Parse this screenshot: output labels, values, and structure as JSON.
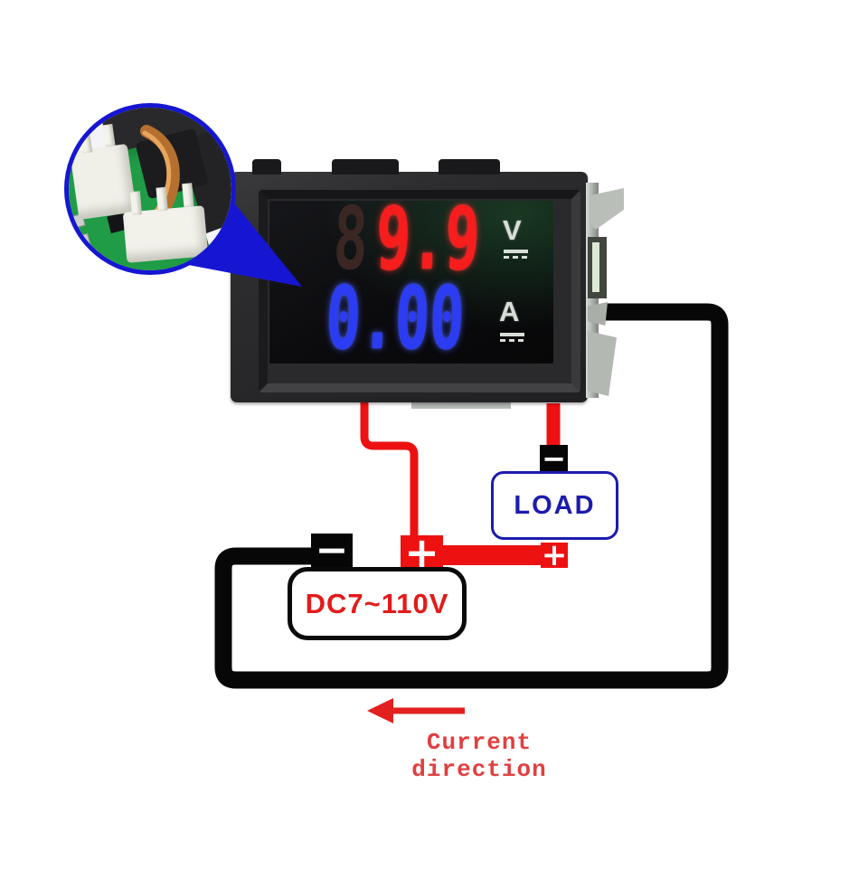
{
  "meter": {
    "voltage_ghost_digit": "8",
    "voltage_value": "9.9",
    "voltage_unit": "V",
    "current_value": "0.00",
    "current_unit": "A"
  },
  "diagram": {
    "load_box": {
      "label": "LOAD",
      "negative_terminal": "−",
      "positive_terminal": "+"
    },
    "power_source_box": {
      "label": "DC7~110V",
      "negative_terminal": "−",
      "positive_terminal": "+"
    },
    "current_direction": {
      "label": "Current direction"
    }
  },
  "colors": {
    "wire_red": "#ee1111",
    "wire_black": "#070707",
    "digit_red": "#f71d1d",
    "digit_blue": "#2b3cf2",
    "load_blue": "#1c1cae",
    "power_text_red": "#e21b1b",
    "annotation_red": "#e04040",
    "arrow_blue": "#1616d2",
    "pcb_green": "#1f9c45",
    "copper_shunt": "#c07a3a",
    "device_body": "#2c2c2e"
  }
}
